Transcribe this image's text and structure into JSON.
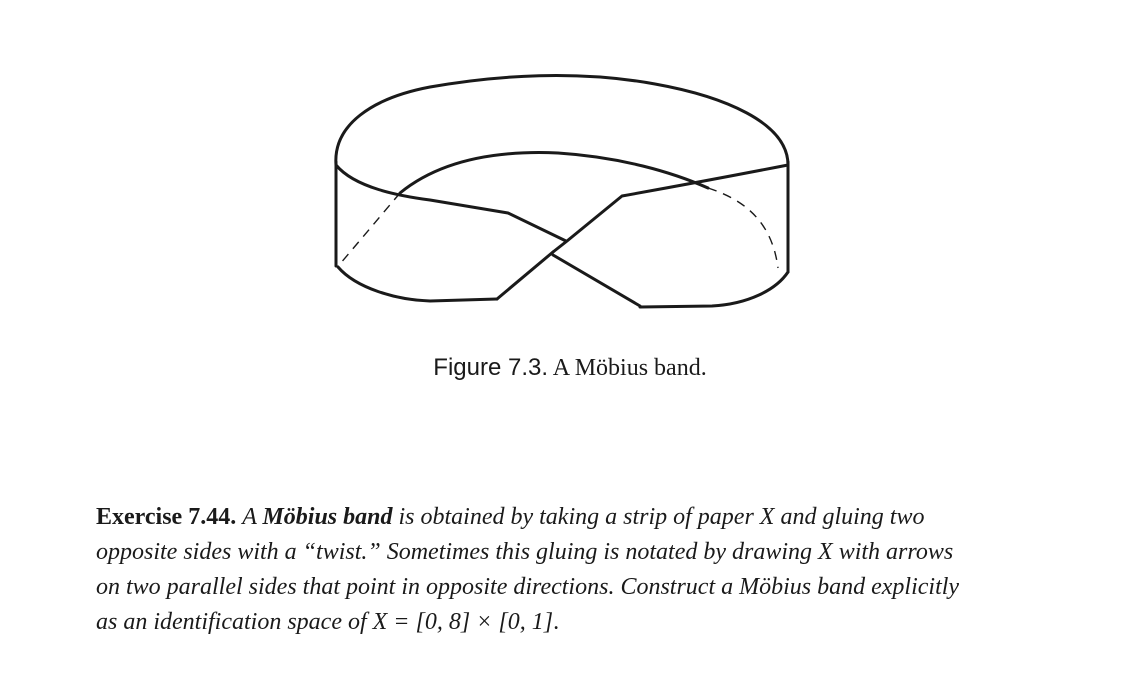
{
  "figure": {
    "label": "Figure 7.3.",
    "caption": "A Möbius band."
  },
  "exercise": {
    "label": "Exercise 7.44.",
    "lines": [
      [
        "A ",
        "Möbius band",
        " is obtained by taking a strip of paper X and gluing two"
      ],
      "opposite sides with a “twist.” Sometimes this gluing is notated by drawing X with arrows",
      "on two parallel sides that point in opposite directions. Construct a Möbius band explicitly",
      [
        "as an identification space of ",
        "X = [0, 8] × [0, 1]",
        "."
      ]
    ]
  }
}
